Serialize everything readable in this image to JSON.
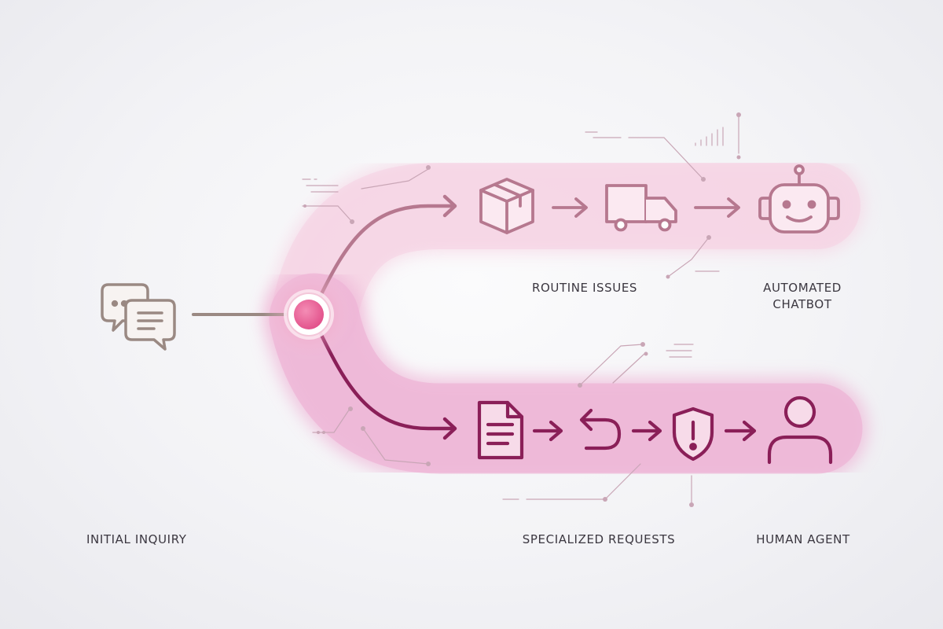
{
  "labels": {
    "initial_inquiry": "INITIAL INQUIRY",
    "routine_issues": "ROUTINE ISSUES",
    "automated_chatbot": "AUTOMATED\nCHATBOT",
    "specialized_requests": "SPECIALIZED REQUESTS",
    "human_agent": "HUMAN AGENT"
  },
  "colors": {
    "routine_band": "#f6cfe1",
    "specialized_band": "#eeb4d6",
    "routine_stroke": "#b6788f",
    "specialized_stroke": "#8a1f58",
    "hub": "#ea5c95",
    "inquiry_stroke": "#9a8983",
    "detail": "#c9a6b6"
  },
  "flows": {
    "routine": [
      "box-icon",
      "truck-icon",
      "robot-icon"
    ],
    "specialized": [
      "document-icon",
      "return-arrow-icon",
      "shield-alert-icon",
      "person-icon"
    ]
  }
}
